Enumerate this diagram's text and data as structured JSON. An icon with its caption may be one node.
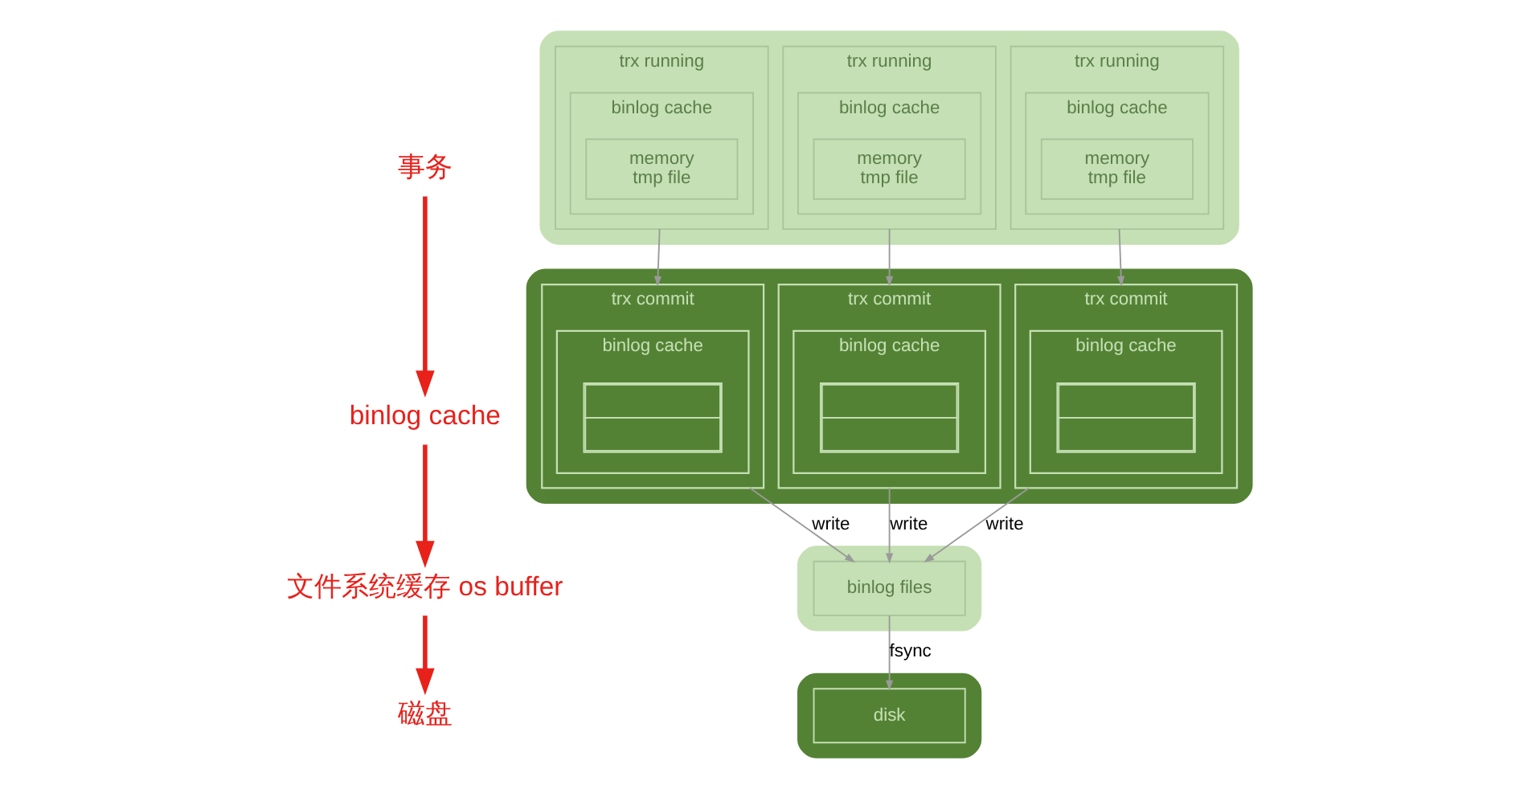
{
  "diagram": {
    "nodes": [
      {
        "text": [
          "事务"
        ]
      },
      {
        "text": [
          "binlog cache"
        ]
      },
      {
        "text": [
          "文件系统缓存 os buffer"
        ]
      },
      {
        "text": [
          "磁盘"
        ]
      },
      {
        "text": [],
        "shape": "box"
      },
      {
        "text": [
          "trx running"
        ],
        "in": 4
      },
      {
        "text": [
          "binlog cache"
        ],
        "in": 5
      },
      {
        "text": [
          "memory",
          "tmp file"
        ],
        "in": 6
      },
      {
        "text": [
          "trx running"
        ],
        "in": 4
      },
      {
        "text": [
          "binlog cache"
        ],
        "in": 8
      },
      {
        "text": [
          "memory",
          "tmp file"
        ],
        "in": 9
      },
      {
        "text": [
          "trx running"
        ],
        "in": 4
      },
      {
        "text": [
          "binlog cache"
        ],
        "in": 11
      },
      {
        "text": [
          "memory",
          "tmp file"
        ],
        "in": 12
      },
      {
        "text": [],
        "shape": "box"
      },
      {
        "text": [
          "trx commit"
        ],
        "in": 14
      },
      {
        "text": [
          "binlog cache"
        ],
        "in": 15
      },
      {
        "text": [],
        "shape": "box",
        "in": 16
      },
      {
        "text": [
          "trx commit"
        ],
        "in": 14
      },
      {
        "text": [
          "binlog cache"
        ],
        "in": 18
      },
      {
        "text": [],
        "shape": "box",
        "in": 19
      },
      {
        "text": [
          "trx commit"
        ],
        "in": 14
      },
      {
        "text": [
          "binlog cache"
        ],
        "in": 21
      },
      {
        "text": [],
        "shape": "box",
        "in": 22
      },
      {
        "text": [],
        "shape": "box"
      },
      {
        "text": [
          "binlog files"
        ],
        "in": 24
      },
      {
        "text": [],
        "shape": "box"
      },
      {
        "text": [
          "disk"
        ],
        "in": 26
      }
    ],
    "edges": [
      {
        "from": 0,
        "to": 1,
        "arrow": "to",
        "style": "thick",
        "color": "#e8211b"
      },
      {
        "from": 1,
        "to": 2,
        "arrow": "to",
        "style": "thick",
        "color": "#e8211b"
      },
      {
        "from": 2,
        "to": 3,
        "arrow": "to",
        "style": "thick",
        "color": "#e8211b"
      },
      {
        "from": 5,
        "to": 15,
        "arrow": "to"
      },
      {
        "from": 8,
        "to": 18,
        "arrow": "to"
      },
      {
        "from": 11,
        "to": 21,
        "arrow": "to"
      },
      {
        "from": 15,
        "to": 25,
        "arrow": "to",
        "label": "write"
      },
      {
        "from": 18,
        "to": 25,
        "arrow": "to",
        "label": "write"
      },
      {
        "from": 21,
        "to": 25,
        "arrow": "to",
        "label": "write"
      },
      {
        "from": 25,
        "to": 27,
        "arrow": "to",
        "label": "fsync"
      }
    ]
  }
}
